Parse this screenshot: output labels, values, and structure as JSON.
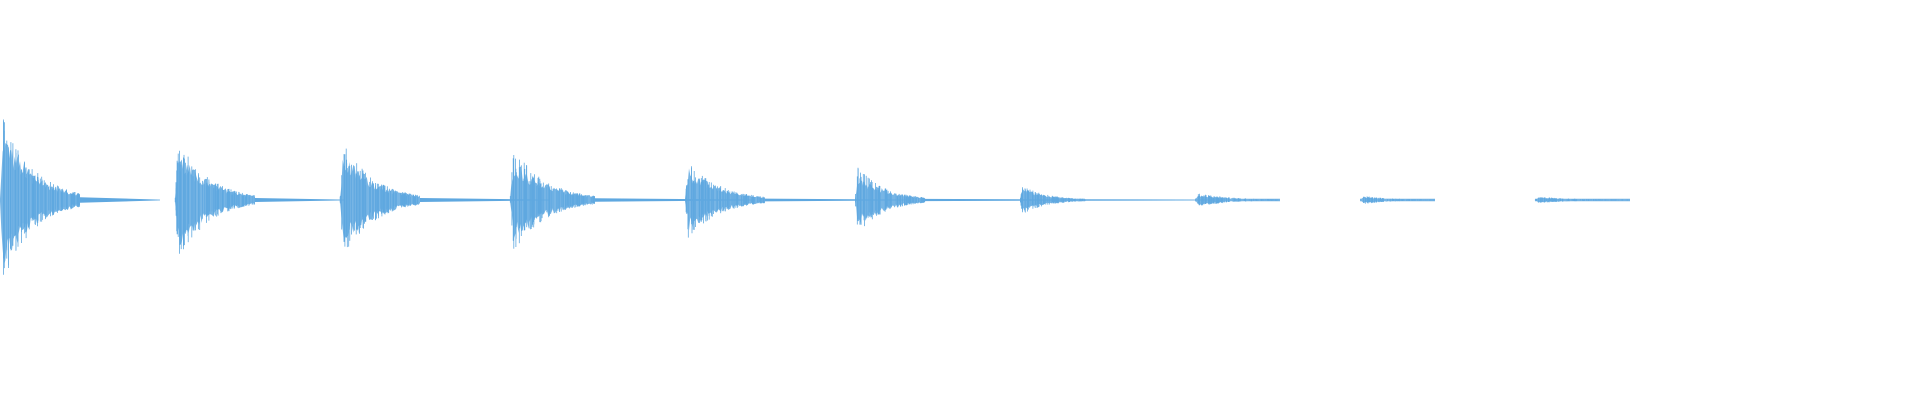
{
  "waveform": {
    "color": "#5fa8e0",
    "background": "#ffffff",
    "hit_count": 10,
    "relative_peak_amplitudes": [
      1.0,
      0.72,
      0.7,
      0.62,
      0.48,
      0.4,
      0.17,
      0.08,
      0.05,
      0.04
    ]
  }
}
